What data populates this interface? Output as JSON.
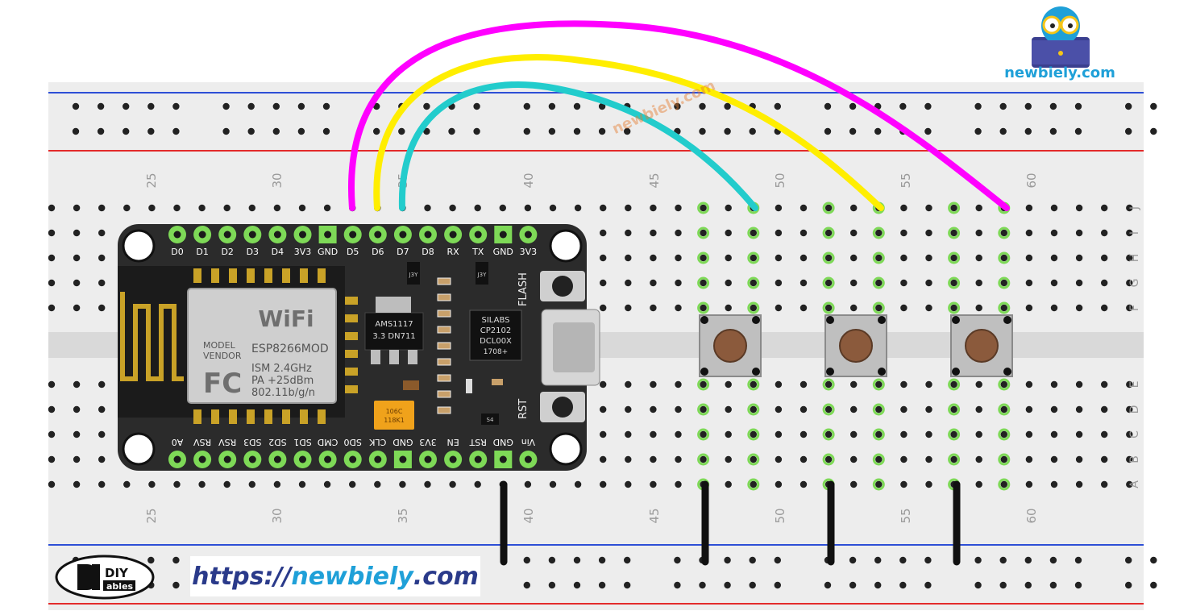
{
  "brand": {
    "name": "newbiely.com",
    "url_prefix": "https://",
    "url_domain": "newbiely",
    "url_suffix": ".com",
    "watermark": "newbiely.com",
    "diy_top": "DIY",
    "diy_bottom": "ables"
  },
  "colors": {
    "brand_blue": "#1fa0d8",
    "wire_magenta": "#ff00ff",
    "wire_yellow": "#ffee00",
    "wire_cyan": "#22cccc",
    "ground_wire": "#111111",
    "board_pcb": "#2b2b2b",
    "pin_green": "#7ed957",
    "rail_red": "#e32b2b",
    "rail_blue": "#2d4fd6",
    "breadboard": "#ededed",
    "watermark": "#e57b2d"
  },
  "breadboard": {
    "column_numbers": [
      "25",
      "30",
      "35",
      "40",
      "45",
      "50",
      "55",
      "60"
    ],
    "row_letters_top": [
      "J",
      "I",
      "H",
      "G",
      "F"
    ],
    "row_letters_bottom": [
      "E",
      "D",
      "C",
      "B",
      "A"
    ]
  },
  "board": {
    "top_pins": [
      "D0",
      "D1",
      "D2",
      "D3",
      "D4",
      "3V3",
      "GND",
      "D5",
      "D6",
      "D7",
      "D8",
      "RX",
      "TX",
      "GND",
      "3V3"
    ],
    "bottom_pins": [
      "A0",
      "RSV",
      "RSV",
      "SD3",
      "SD2",
      "SD1",
      "CMD",
      "SD0",
      "CLK",
      "GND",
      "3V3",
      "EN",
      "RST",
      "GND",
      "Vin"
    ],
    "flash_label": "FLASH",
    "rst_label": "RST",
    "module": {
      "wifi": "WiFi",
      "model_label": "MODEL",
      "vendor_label": "VENDOR",
      "model": "ESP8266MOD",
      "fcc": "FC",
      "ism": "ISM 2.4GHz",
      "pa": "PA  +25dBm",
      "std": "802.11b/g/n"
    },
    "regulator": {
      "line1": "AMS1117",
      "line2": "3.3  DN711"
    },
    "usb_chip": {
      "line1": "SILABS",
      "line2": "CP2102",
      "line3": "DCL00X",
      "line4": "1708+"
    },
    "capacitor": {
      "line1": "106C",
      "line2": "118K1"
    },
    "smd_marks": [
      "J3Y",
      "J3Y",
      "S4"
    ]
  },
  "buttons": [
    {
      "name": "button-1"
    },
    {
      "name": "button-2"
    },
    {
      "name": "button-3"
    }
  ]
}
